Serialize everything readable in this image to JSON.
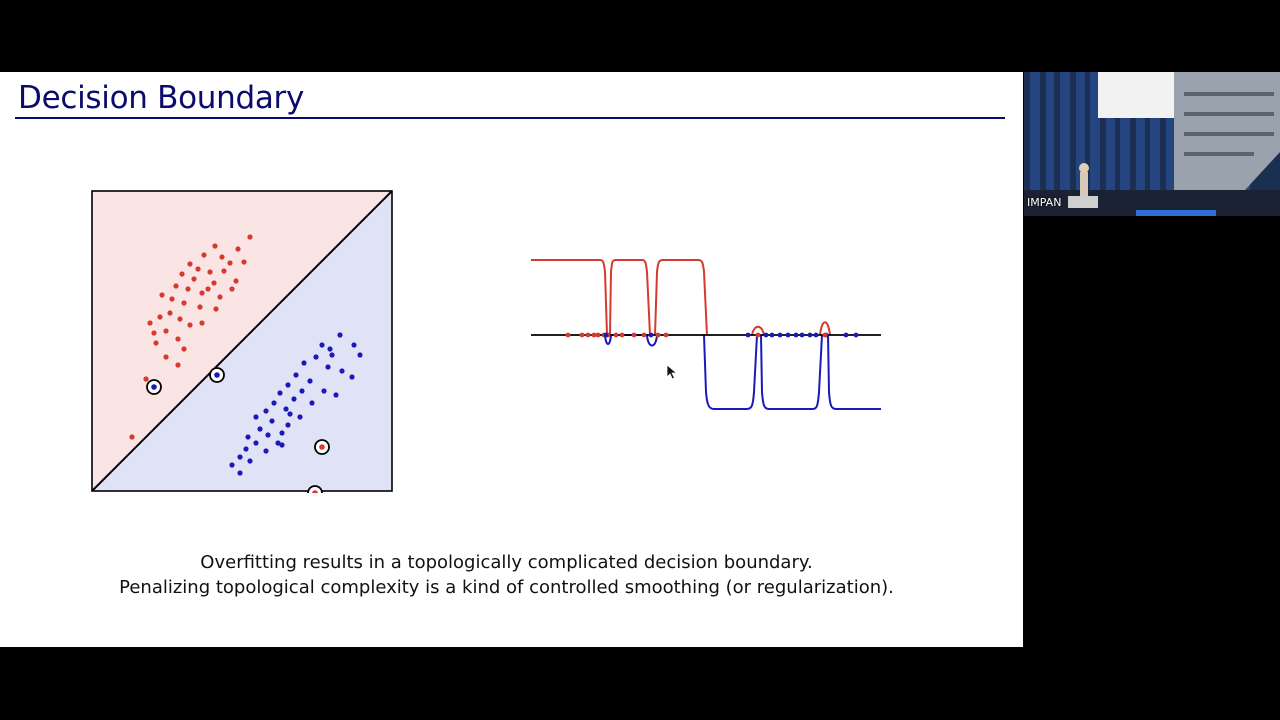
{
  "slide": {
    "title": "Decision Boundary",
    "caption_line1": "Overfitting results in a topologically complicated decision boundary.",
    "caption_line2": "Penalizing topological complexity is a kind of controlled smoothing (or regularization)."
  },
  "webcam": {
    "label": "IMPAN"
  },
  "colors": {
    "title": "#0b0b6e",
    "red_class": "#d63a2f",
    "blue_class": "#1a1ab8",
    "red_region": "#fbe4e4",
    "blue_region": "#e0e2f6"
  },
  "icons": {
    "cursor": "mouse-pointer-icon",
    "webcam": "video-feed"
  }
}
